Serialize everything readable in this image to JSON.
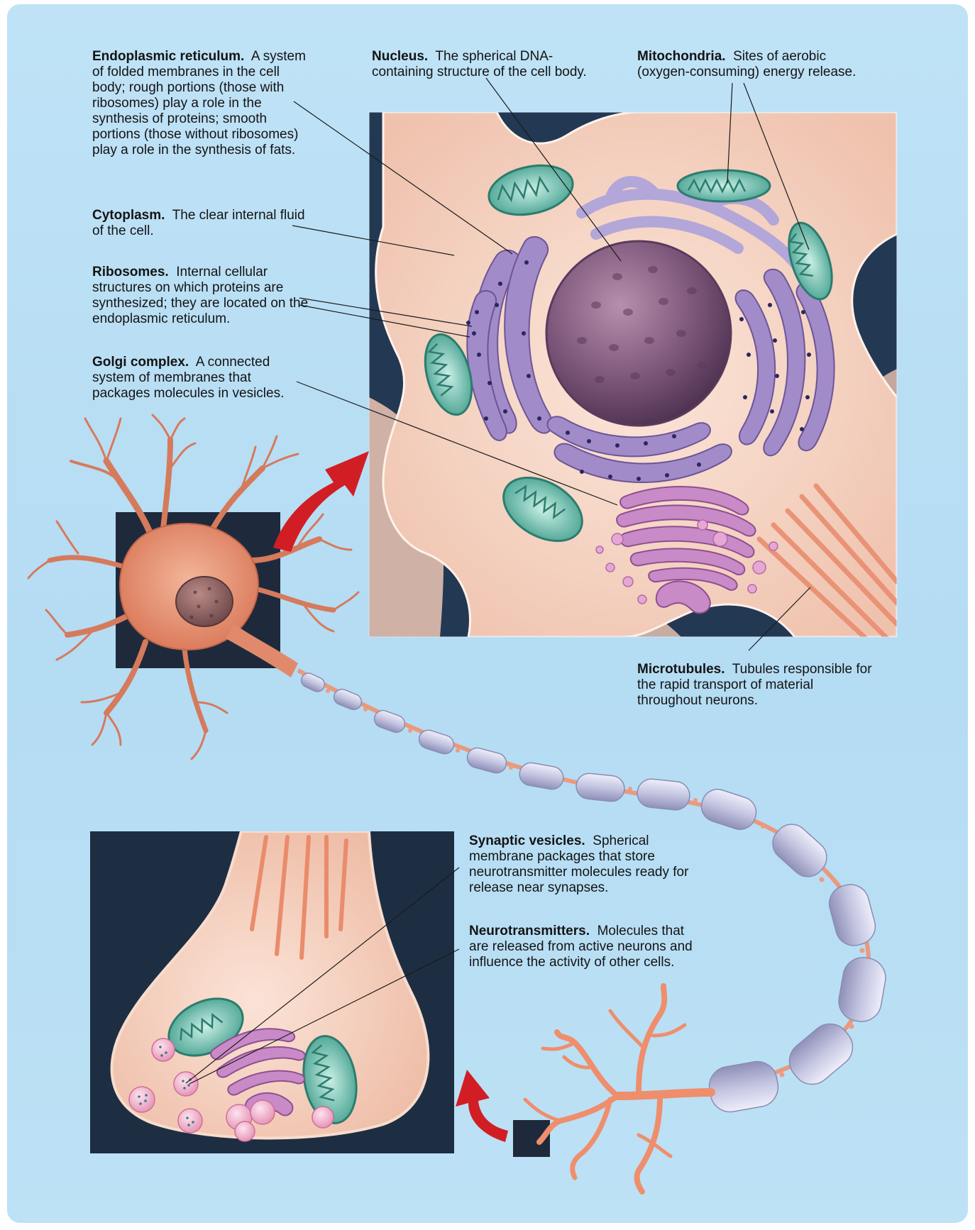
{
  "labels": {
    "er": {
      "term": "Endoplasmic reticulum.",
      "desc": "A system of folded membranes in the cell body; rough portions (those with ribosomes) play a role in the synthesis of proteins; smooth portions (those without ribosomes) play a role in the synthesis of fats."
    },
    "nucleus": {
      "term": "Nucleus.",
      "desc": "The spherical DNA-containing structure of the cell body."
    },
    "mitochondria": {
      "term": "Mitochondria.",
      "desc": "Sites of aerobic (oxygen-consuming) energy release."
    },
    "cytoplasm": {
      "term": "Cytoplasm.",
      "desc": "The clear internal fluid of the cell."
    },
    "ribosomes": {
      "term": "Ribosomes.",
      "desc": "Internal cellular structures on which proteins are synthesized; they are located on the endoplasmic reticulum."
    },
    "golgi": {
      "term": "Golgi complex.",
      "desc": "A connected system of membranes that packages molecules in vesicles."
    },
    "microtubules": {
      "term": "Microtubules.",
      "desc": "Tubules responsible for the rapid transport of material throughout neurons."
    },
    "vesicles": {
      "term": "Synaptic vesicles.",
      "desc": "Spherical membrane packages that store neurotransmitter molecules ready for release near synapses."
    },
    "neurotransmitters": {
      "term": "Neurotransmitters.",
      "desc": "Molecules that are released from active neurons and influence the activity of other cells."
    }
  },
  "colors": {
    "background": "#b8def4",
    "cytoplasm": "#f7d7c4",
    "nucleus": "#7a5478",
    "er": "#9a83c2",
    "mitochondria": "#4fb3a0",
    "golgi": "#c37dc4",
    "neuron": "#e79070",
    "myelin": "#c8c9e3",
    "arrow": "#d11e24",
    "inset_bg": "#1f2f43"
  }
}
